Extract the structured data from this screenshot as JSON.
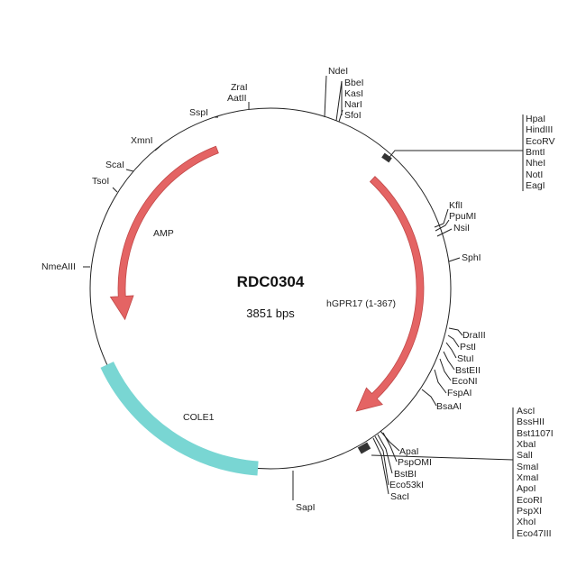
{
  "plasmid": {
    "name": "RDC0304",
    "size": "3851 bps"
  },
  "features": [
    {
      "label": "AMP",
      "color": "#e46464"
    },
    {
      "label": "hGPR17 (1-367)",
      "color": "#e46464"
    },
    {
      "label": "COLE1",
      "color": "#79d6d3"
    }
  ],
  "sites": {
    "ndei": "NdeI",
    "bbei": "BbeI",
    "kasi": "KasI",
    "nari": "NarI",
    "sfoi": "SfoI",
    "zrai": "ZraI",
    "aatii": "AatII",
    "sspi": "SspI",
    "xmni": "XmnI",
    "scai": "ScaI",
    "tsoi": "TsoI",
    "nmeaiii": "NmeAIII",
    "mcs1": [
      "HpaI",
      "HindIII",
      "EcoRV",
      "BmtI",
      "NheI",
      "NotI",
      "EagI"
    ],
    "kfli": "KflI",
    "ppumi": "PpuMI",
    "nsii": "NsiI",
    "sphi": "SphI",
    "draiii": "DraIII",
    "psti": "PstI",
    "stui": "StuI",
    "bsteii": "BstEII",
    "econi": "EcoNI",
    "fspai": "FspAI",
    "bsaai": "BsaAI",
    "mcs2": [
      "AscI",
      "BssHII",
      "Bst1107I",
      "XbaI",
      "SalI",
      "SmaI",
      "XmaI",
      "ApoI",
      "EcoRI",
      "PspXI",
      "XhoI",
      "Eco47III"
    ],
    "apai": "ApaI",
    "pspomi": "PspOMI",
    "bstbi": "BstBI",
    "eco53ki": "Eco53kI",
    "saci": "SacI",
    "sapi": "SapI"
  }
}
